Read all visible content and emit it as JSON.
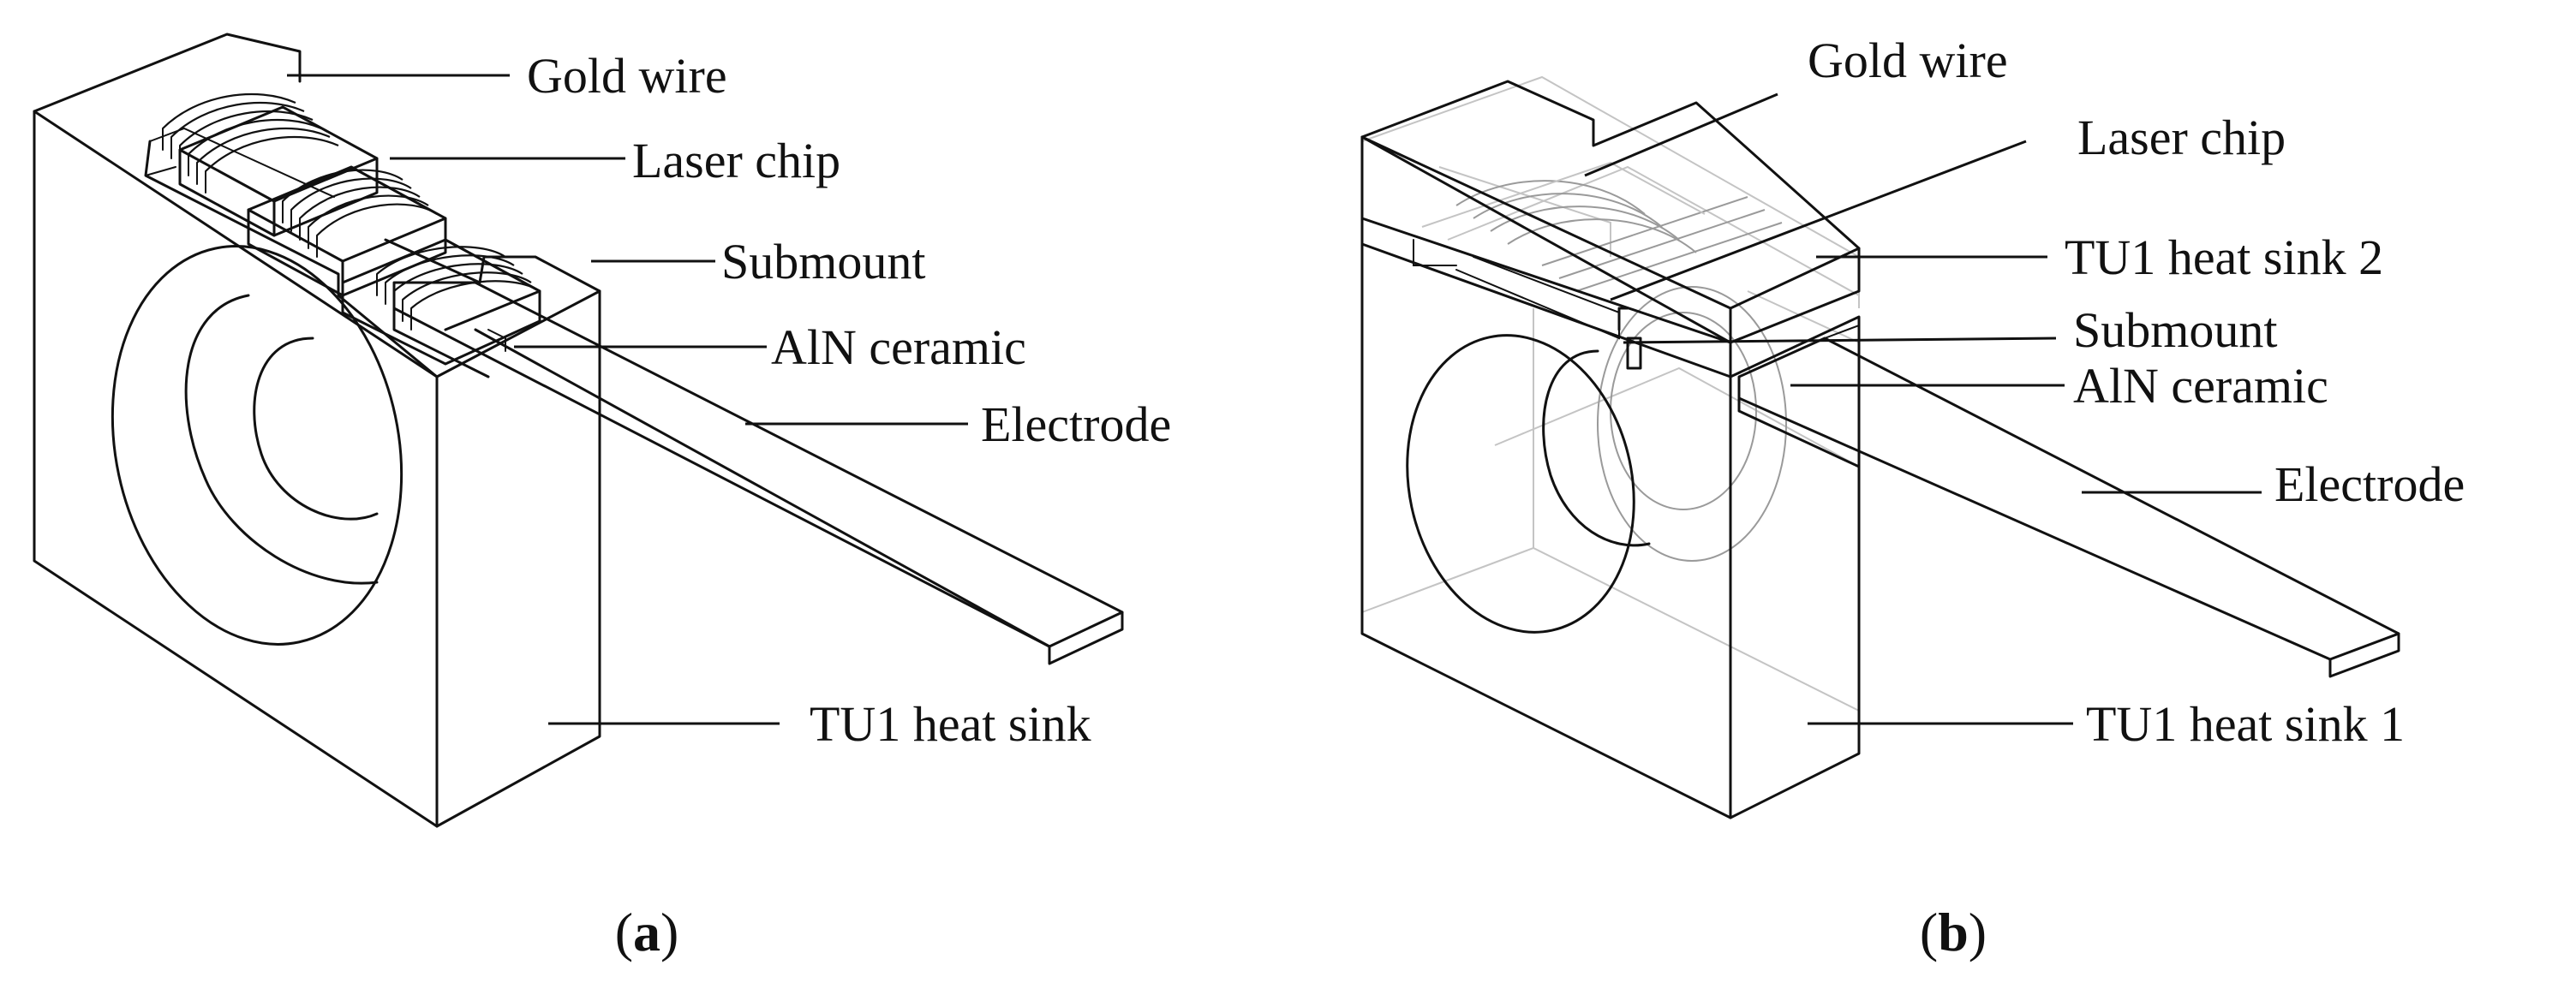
{
  "panel_a": {
    "caption": "a",
    "labels": {
      "gold_wire": "Gold wire",
      "laser_chip": "Laser  chip",
      "submount": "Submount",
      "aln_ceramic": "AlN ceramic",
      "electrode": "Electrode",
      "heat_sink": "TU1  heat  sink"
    }
  },
  "panel_b": {
    "caption": "b",
    "labels": {
      "gold_wire": "Gold wire",
      "laser_chip": "Laser chip",
      "heat_sink_2": "TU1  heat sink 2",
      "submount": "Submount",
      "aln_ceramic": "AlN ceramic",
      "electrode": "Electrode",
      "heat_sink_1": "TU1  heat sink 1"
    }
  },
  "caption_parens": {
    "open": "(",
    "close": ")"
  },
  "colors": {
    "ink": "#111111",
    "hidden_lines": "#9a9a9a",
    "background": "#ffffff"
  }
}
